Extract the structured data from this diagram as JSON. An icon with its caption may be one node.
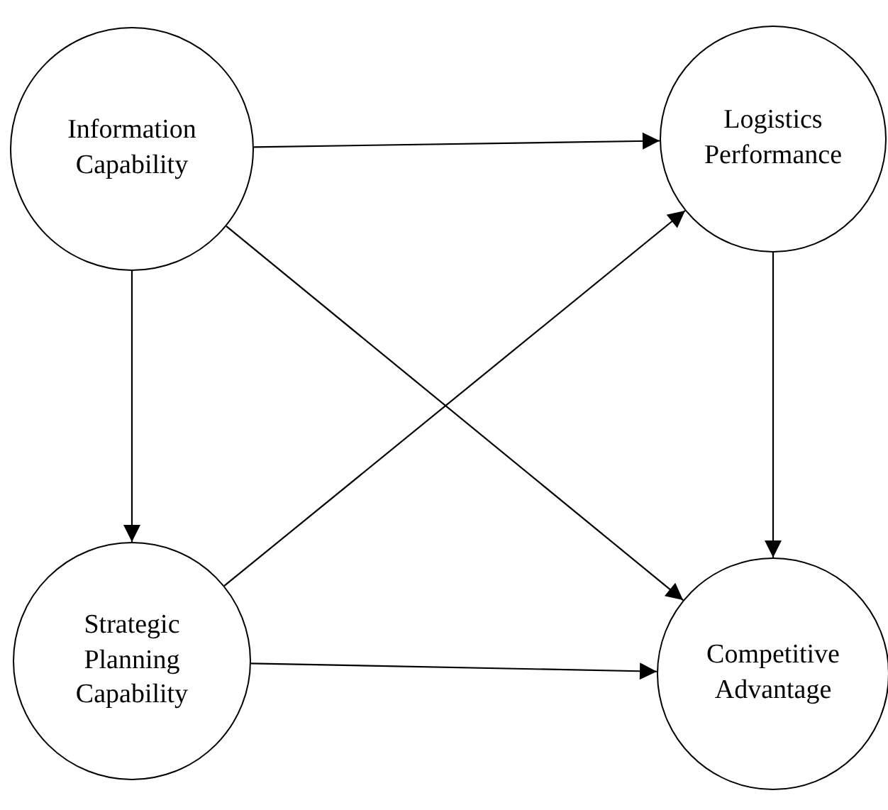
{
  "diagram": {
    "nodes": [
      {
        "text": [
          "Information Capability"
        ]
      },
      {
        "text": [
          "Logistics Performance"
        ]
      },
      {
        "text": [
          "Strategic Planning Capability"
        ]
      },
      {
        "text": [
          "Competitive Advantage"
        ]
      }
    ],
    "edges": [
      {
        "from": 0,
        "to": 1,
        "arrow": "to"
      },
      {
        "from": 0,
        "to": 2,
        "arrow": "to"
      },
      {
        "from": 0,
        "to": 3,
        "arrow": "to"
      },
      {
        "from": 2,
        "to": 1,
        "arrow": "to"
      },
      {
        "from": 2,
        "to": 3,
        "arrow": "to"
      },
      {
        "from": 1,
        "to": 3,
        "arrow": "to"
      }
    ]
  }
}
